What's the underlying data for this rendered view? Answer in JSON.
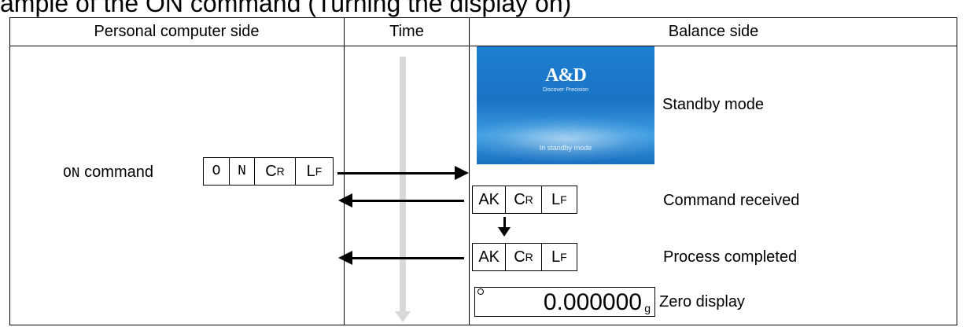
{
  "title": "ample of the ON command (Turning the display on)",
  "headers": {
    "pc": "Personal computer side",
    "time": "Time",
    "balance": "Balance side"
  },
  "command": {
    "keyword": "ON",
    "label": "command",
    "chars": [
      "O",
      "N",
      "C",
      "R",
      "L",
      "F"
    ]
  },
  "screen": {
    "logo": "A&D",
    "tagline": "Discover Precision",
    "status": "In standby mode"
  },
  "responses": [
    {
      "a": "A",
      "k": "K",
      "c": "C",
      "r": "R",
      "l": "L",
      "f": "F"
    },
    {
      "a": "A",
      "k": "K",
      "c": "C",
      "r": "R",
      "l": "L",
      "f": "F"
    }
  ],
  "descriptions": {
    "standby": "Standby mode",
    "received": "Command received",
    "completed": "Process completed",
    "zero": "Zero display"
  },
  "zero_display": {
    "value": "0.000000",
    "unit": "g"
  }
}
